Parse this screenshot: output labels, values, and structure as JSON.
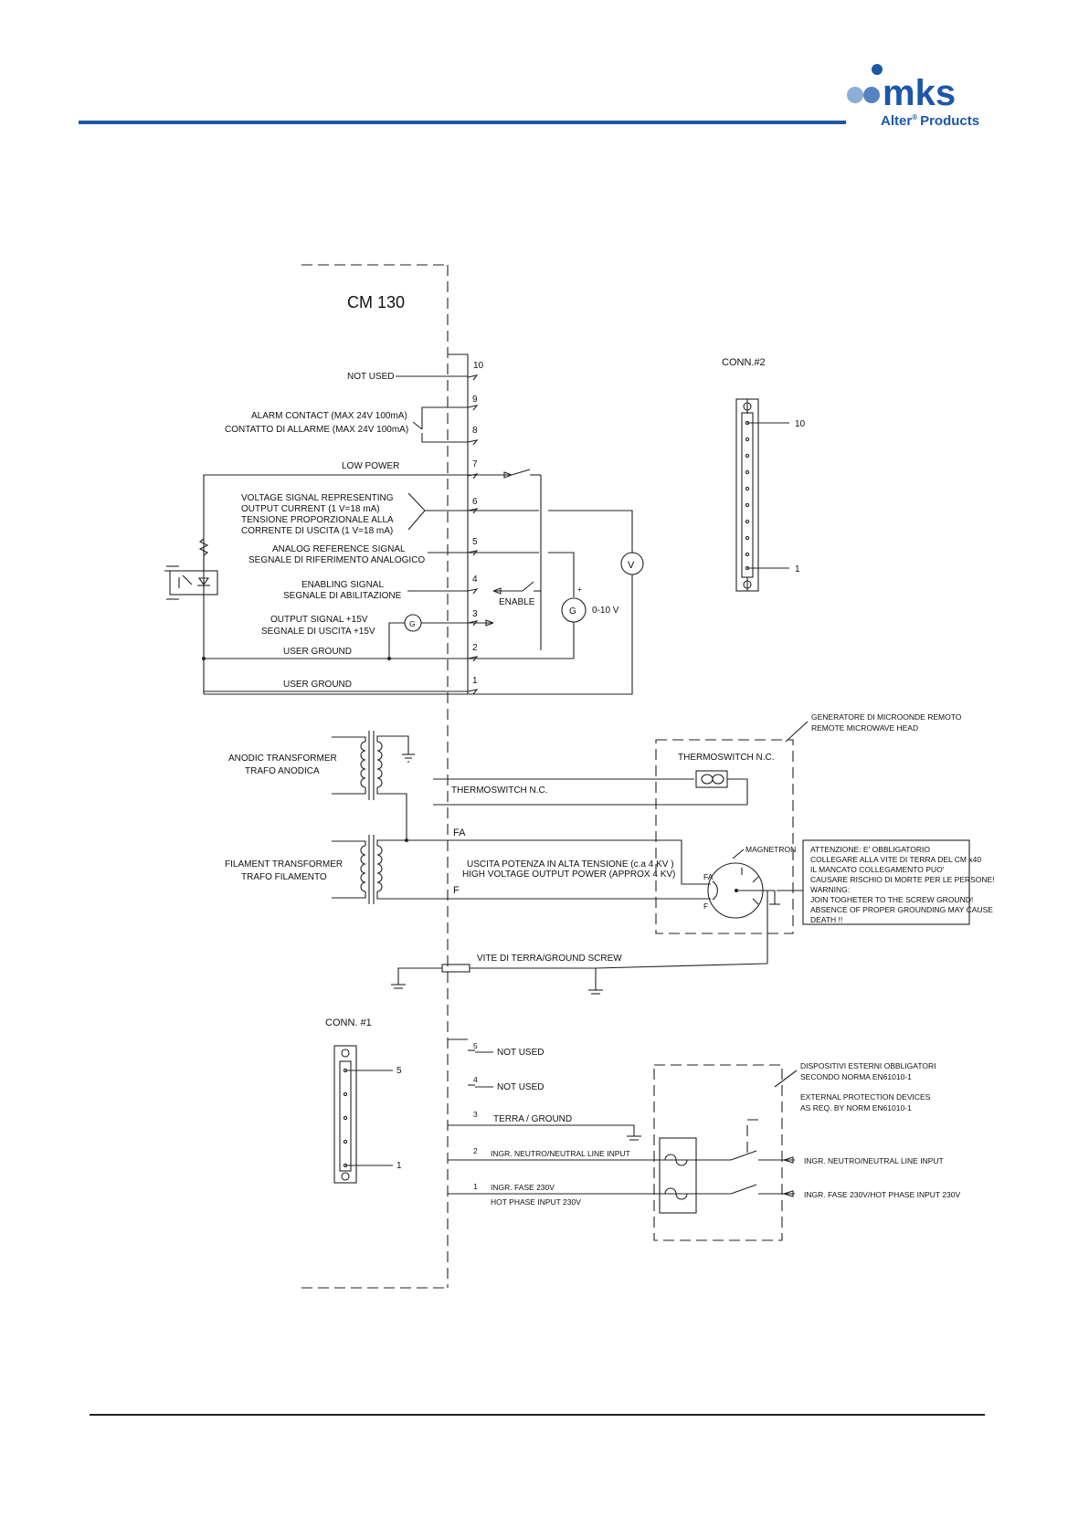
{
  "header": {
    "brand": "mks",
    "subtitle": "Alter",
    "subtitle_suffix": "Products",
    "reg": "®",
    "accent_color": "#1c57a8",
    "dot_colors": [
      "#8eaed6",
      "#5682c0",
      "#1c57a8"
    ]
  },
  "diagram": {
    "title": "CM 130",
    "conn2": {
      "title": "CONN.#2",
      "pin_high": "10",
      "pin_low": "1"
    },
    "conn1": {
      "title": "CONN. #1",
      "pin_high": "5",
      "pin_low": "1"
    },
    "pins_top": [
      "10",
      "9",
      "8",
      "7",
      "6",
      "5",
      "4",
      "3",
      "2",
      "1"
    ],
    "labels": {
      "not_used": "NOT USED",
      "alarm_en": "ALARM CONTACT (MAX 24V 100mA)",
      "alarm_it": "CONTATTO DI ALLARME (MAX 24V 100mA)",
      "low_power": "LOW POWER",
      "vsig_1": "VOLTAGE SIGNAL REPRESENTING",
      "vsig_2": "OUTPUT CURRENT   (1 V=18 mA)",
      "vsig_3": "TENSIONE PROPORZIONALE ALLA",
      "vsig_4": "CORRENTE DI USCITA   (1 V=18 mA)",
      "analog_en": "ANALOG REFERENCE SIGNAL",
      "analog_it": "SEGNALE DI RIFERIMENTO ANALOGICO",
      "enabling_en": "ENABLING SIGNAL",
      "enabling_it": "SEGNALE DI ABILITAZIONE",
      "enable": "ENABLE",
      "output_en": "OUTPUT SIGNAL +15V",
      "output_it": "SEGNALE DI USCITA +15V",
      "user_ground": "USER GROUND",
      "volt_sym": "V",
      "gen_sym": "G",
      "gen_range": "0-10 V",
      "plus": "+",
      "anodic_en": "ANODIC TRANSFORMER",
      "anodic_it": "TRAFO ANODICA",
      "filament_en": "FILAMENT TRANSFORMER",
      "filament_it": "TRAFO FILAMENTO",
      "thermo": "THERMOSWITCH N.C.",
      "remote_it": "GENERATORE DI MICROONDE REMOTO",
      "remote_en": "REMOTE MICROWAVE HEAD",
      "magnetron": "MAGNETRON",
      "fa": "FA",
      "f": "F",
      "hv_it": "USCITA POTENZA IN ALTA TENSIONE (c.a 4 KV )",
      "hv_en": "HIGH VOLTAGE OUTPUT POWER (APPROX 4 KV)",
      "ground_screw": "VITE DI TERRA/GROUND SCREW",
      "terra": "TERRA / GROUND",
      "neutral": "INGR. NEUTRO/NEUTRAL LINE INPUT",
      "fase_1": "INGR. FASE 230V",
      "fase_2": "HOT PHASE INPUT 230V",
      "ext_1": "DISPOSITIVI ESTERNI OBBLIGATORI",
      "ext_2": "SECONDO NORMA EN61010-1",
      "ext_3": "EXTERNAL PROTECTION DEVICES",
      "ext_4": "AS REQ. BY NORM  EN61010-1",
      "neutral_right": "INGR. NEUTRO/NEUTRAL LINE INPUT",
      "fase_right": "INGR. FASE 230V/HOT PHASE INPUT 230V"
    },
    "warning": [
      "ATTENZIONE: E' OBBLIGATORIO",
      "COLLEGARE ALLA VITE DI TERRA DEL CM x40",
      "IL MANCATO COLLEGAMENTO PUO'",
      "CAUSARE RISCHIO DI MORTE PER LE PERSONE!",
      "WARNING:",
      "JOIN TOGHETER TO THE SCREW GROUND!",
      "ABSENCE OF PROPER GROUNDING MAY CAUSE",
      "DEATH !!"
    ],
    "conn1_pins": [
      "5",
      "4",
      "3",
      "2",
      "1"
    ]
  }
}
